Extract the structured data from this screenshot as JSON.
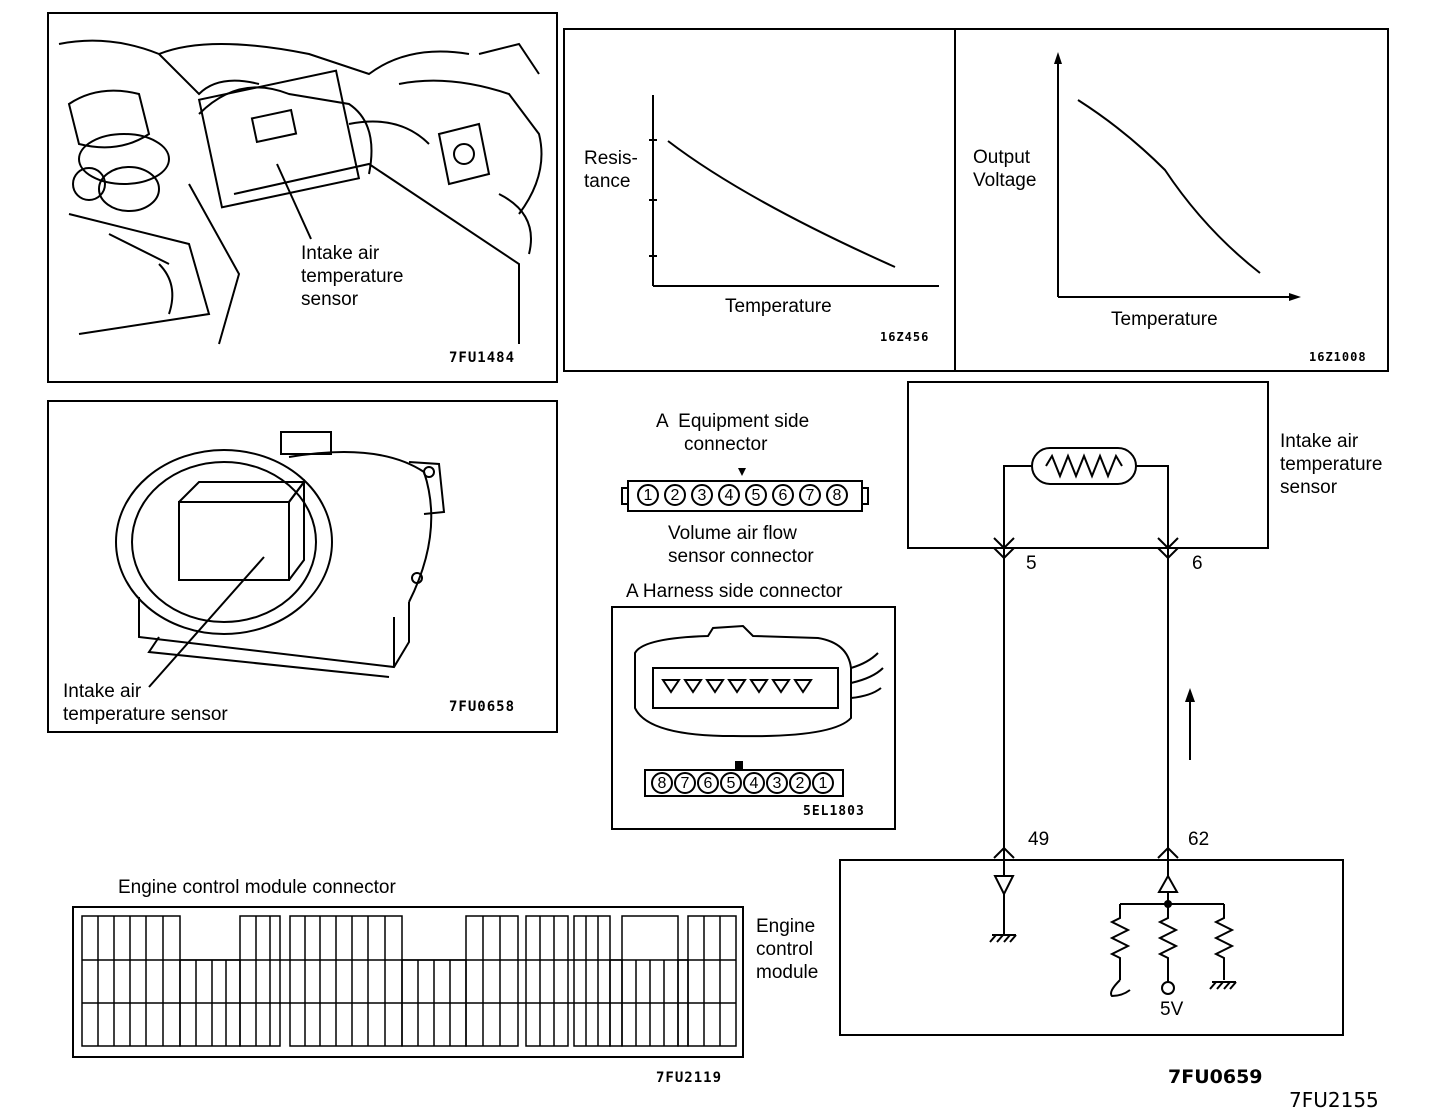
{
  "panel_engine_bay": {
    "label": "Intake air\ntemperature\nsensor",
    "code": "7FU1484"
  },
  "panel_resistance_graph": {
    "ylabel": "Resis-\ntance",
    "xlabel": "Temperature",
    "code": "16Z456"
  },
  "panel_voltage_graph": {
    "ylabel": "Output\nVoltage",
    "xlabel": "Temperature",
    "code": "16Z1008"
  },
  "panel_maf_sensor": {
    "label": "Intake air\ntemperature sensor",
    "code": "7FU0658"
  },
  "equipment_connector": {
    "title_line1": "A  Equipment side",
    "title_line2": "connector",
    "pins": [
      "1",
      "2",
      "3",
      "4",
      "5",
      "6",
      "7",
      "8"
    ],
    "caption_line1": "Volume air flow",
    "caption_line2": "sensor connector"
  },
  "harness_connector": {
    "title": "A Harness side connector",
    "pins": [
      "8",
      "7",
      "6",
      "5",
      "4",
      "3",
      "2",
      "1"
    ],
    "code": "5EL1803"
  },
  "circuit": {
    "sensor_label": "Intake air\ntemperature\nsensor",
    "pin_5": "5",
    "pin_6": "6",
    "pin_49": "49",
    "pin_62": "62",
    "ecm_label": "Engine\ncontrol\nmodule",
    "voltage": "5V",
    "code": "7FU0659"
  },
  "ecm_connector": {
    "title": "Engine control module connector",
    "code": "7FU2119"
  },
  "page_code": "7FU2155"
}
